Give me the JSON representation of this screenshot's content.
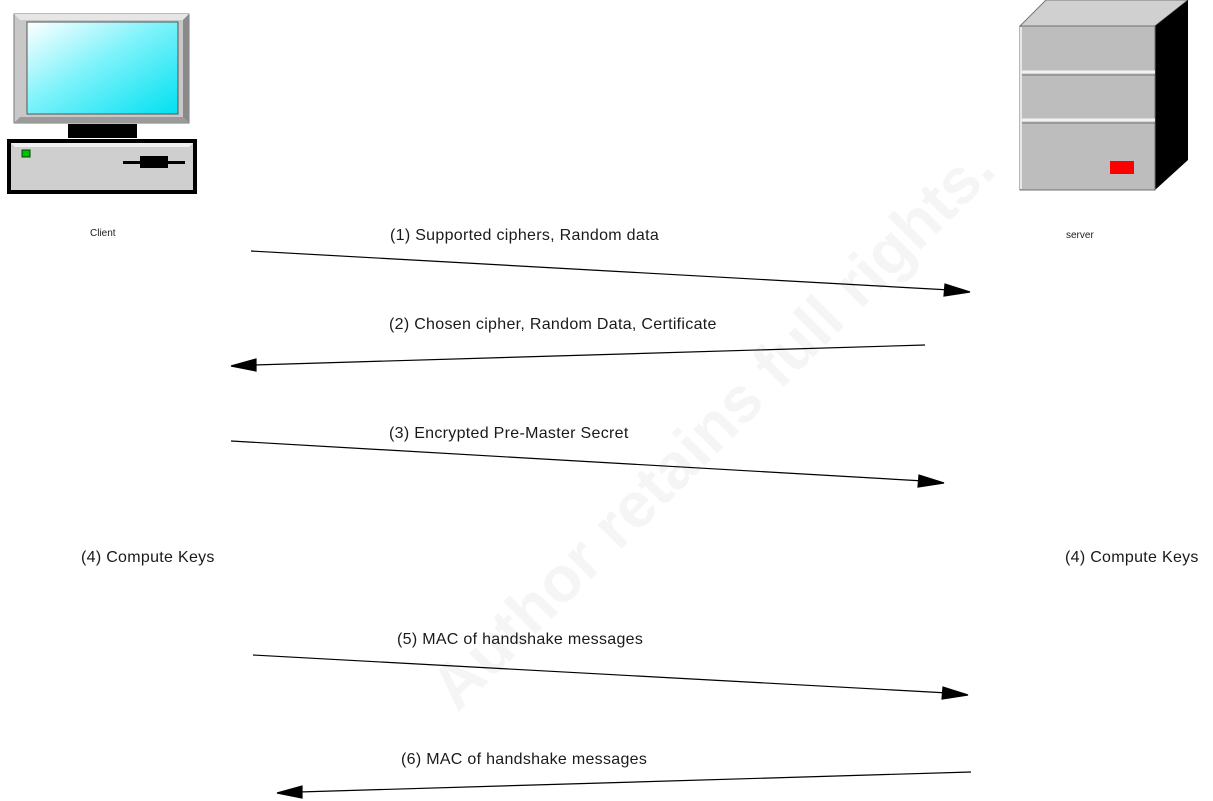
{
  "nodes": {
    "client": {
      "label": "Client"
    },
    "server": {
      "label": "server"
    }
  },
  "messages": [
    {
      "label": "(1) Supported ciphers, Random data",
      "direction": "client-to-server"
    },
    {
      "label": "(2) Chosen cipher, Random Data, Certificate",
      "direction": "server-to-client"
    },
    {
      "label": "(3) Encrypted Pre-Master Secret",
      "direction": "client-to-server"
    },
    {
      "label": "(5) MAC of handshake messages",
      "direction": "client-to-server"
    },
    {
      "label": "(6) MAC of handshake messages",
      "direction": "server-to-client"
    }
  ],
  "side_labels": {
    "client_compute": "(4) Compute Keys",
    "server_compute": "(4) Compute Keys"
  },
  "watermark": "Author retains full rights.",
  "colors": {
    "screen": "#2ee6f5",
    "server_led": "#ff0000",
    "power_led": "#00c000",
    "server_body": "#bdbdbd",
    "line": "#000000"
  }
}
